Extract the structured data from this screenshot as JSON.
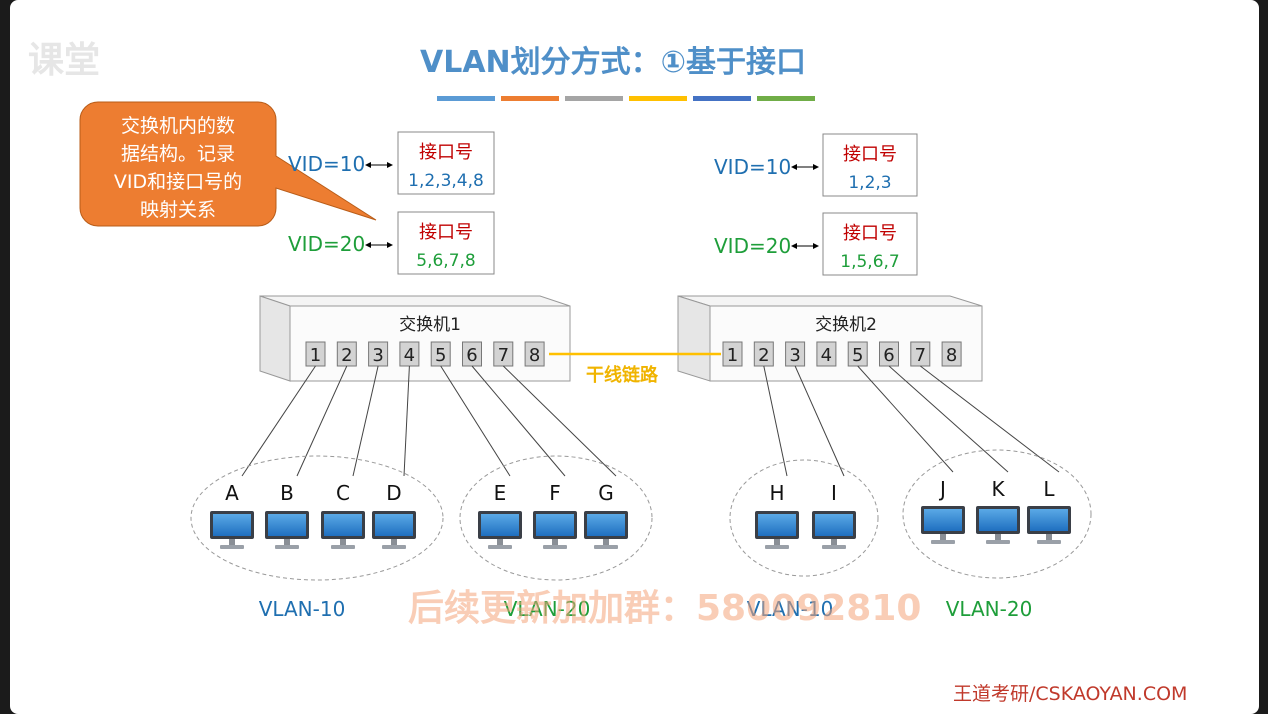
{
  "watermark_logo": "课堂",
  "title": "VLAN划分方式：①基于接口",
  "title_bar_colors": [
    "#5b9bd5",
    "#ed7d31",
    "#a5a5a5",
    "#ffc000",
    "#4472c4",
    "#70ad47"
  ],
  "callout": {
    "text_lines": [
      "交换机内的数",
      "据结构。记录",
      "VID和接口号的",
      "映射关系"
    ],
    "fill": "#ed7d31"
  },
  "switch1": {
    "label": "交换机1",
    "ports": [
      "1",
      "2",
      "3",
      "4",
      "5",
      "6",
      "7",
      "8"
    ],
    "mapping": [
      {
        "vid": "VID=10",
        "header": "接口号",
        "ports": "1,2,3,4,8"
      },
      {
        "vid": "VID=20",
        "header": "接口号",
        "ports": "5,6,7,8"
      }
    ]
  },
  "switch2": {
    "label": "交换机2",
    "ports": [
      "1",
      "2",
      "3",
      "4",
      "5",
      "6",
      "7",
      "8"
    ],
    "mapping": [
      {
        "vid": "VID=10",
        "header": "接口号",
        "ports": "1,2,3"
      },
      {
        "vid": "VID=20",
        "header": "接口号",
        "ports": "1,5,6,7"
      }
    ]
  },
  "trunk_label": "干线链路",
  "hosts": [
    "A",
    "B",
    "C",
    "D",
    "E",
    "F",
    "G",
    "H",
    "I",
    "J",
    "K",
    "L"
  ],
  "vlan_labels": [
    "VLAN-10",
    "VLAN-20",
    "VLAN-10",
    "VLAN-20"
  ],
  "promo_text": "后续更新加加群：580092810",
  "footer": "王道考研/CSKAOYAN.COM",
  "colors": {
    "vlan10": "#1f6fb0",
    "vlan20": "#1e9e3a",
    "title": "#4f8fc8",
    "port_header": "#c00000",
    "trunk": "#ffc000"
  }
}
